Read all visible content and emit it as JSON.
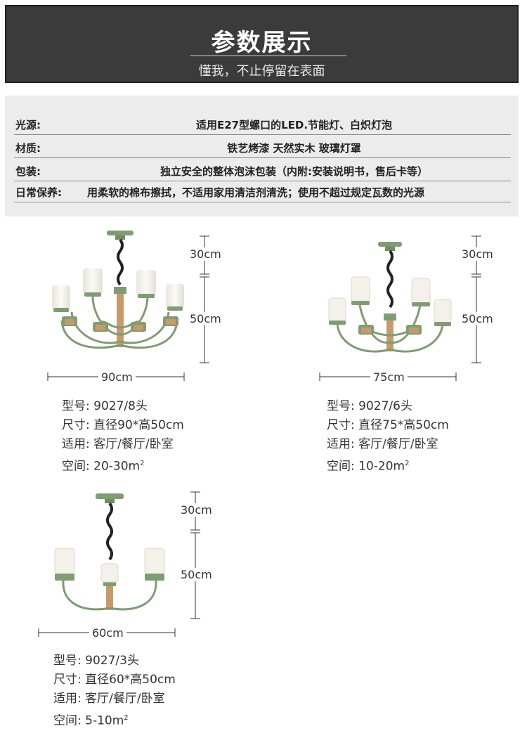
{
  "header": {
    "title": "参数展示",
    "subtitle": "懂我，不止停留在表面"
  },
  "params": [
    {
      "label": "光源:",
      "value": "适用E27型螺口的LED.节能灯、白炽灯泡"
    },
    {
      "label": "材质:",
      "value": "铁艺烤漆  天然实木 玻璃灯罩"
    },
    {
      "label": "包装:",
      "value": "独立安全的整体泡沫包装（内附:安装说明书，售后卡等）"
    },
    {
      "label": "日常保养:",
      "value": "用柔软的棉布擦拭，不适用家用清洁剂清洗；使用不超过规定瓦数的光源"
    }
  ],
  "products": [
    {
      "heads": 8,
      "dims": {
        "top": "30cm",
        "body": "50cm",
        "width": "90cm"
      },
      "spec": {
        "model_label": "型号:",
        "model": "9027/8头",
        "size_label": "尺寸:",
        "size": "直径90*高50cm",
        "use_label": "适用:",
        "use": "客厅/餐厅/卧室",
        "space_label": "空间:",
        "space": "20-30m",
        "space_sup": "2"
      }
    },
    {
      "heads": 6,
      "dims": {
        "top": "30cm",
        "body": "50cm",
        "width": "75cm"
      },
      "spec": {
        "model_label": "型号:",
        "model": "9027/6头",
        "size_label": "尺寸:",
        "size": "直径75*高50cm",
        "use_label": "适用:",
        "use": "客厅/餐厅/卧室",
        "space_label": "空间:",
        "space": "10-20m",
        "space_sup": "2"
      }
    },
    {
      "heads": 3,
      "dims": {
        "top": "30cm",
        "body": "50cm",
        "width": "60cm"
      },
      "spec": {
        "model_label": "型号:",
        "model": "9027/3头",
        "size_label": "尺寸:",
        "size": "直径60*高50cm",
        "use_label": "适用:",
        "use": "客厅/餐厅/卧室",
        "space_label": "空间:",
        "space": "5-10m",
        "space_sup": "2"
      }
    }
  ],
  "colors": {
    "header_bg": "#3b3b3b",
    "panel_bg": "#ececec",
    "lamp_green": "#7f9c72",
    "wood": "#c89a6a",
    "glass": "#f4f1ea"
  }
}
